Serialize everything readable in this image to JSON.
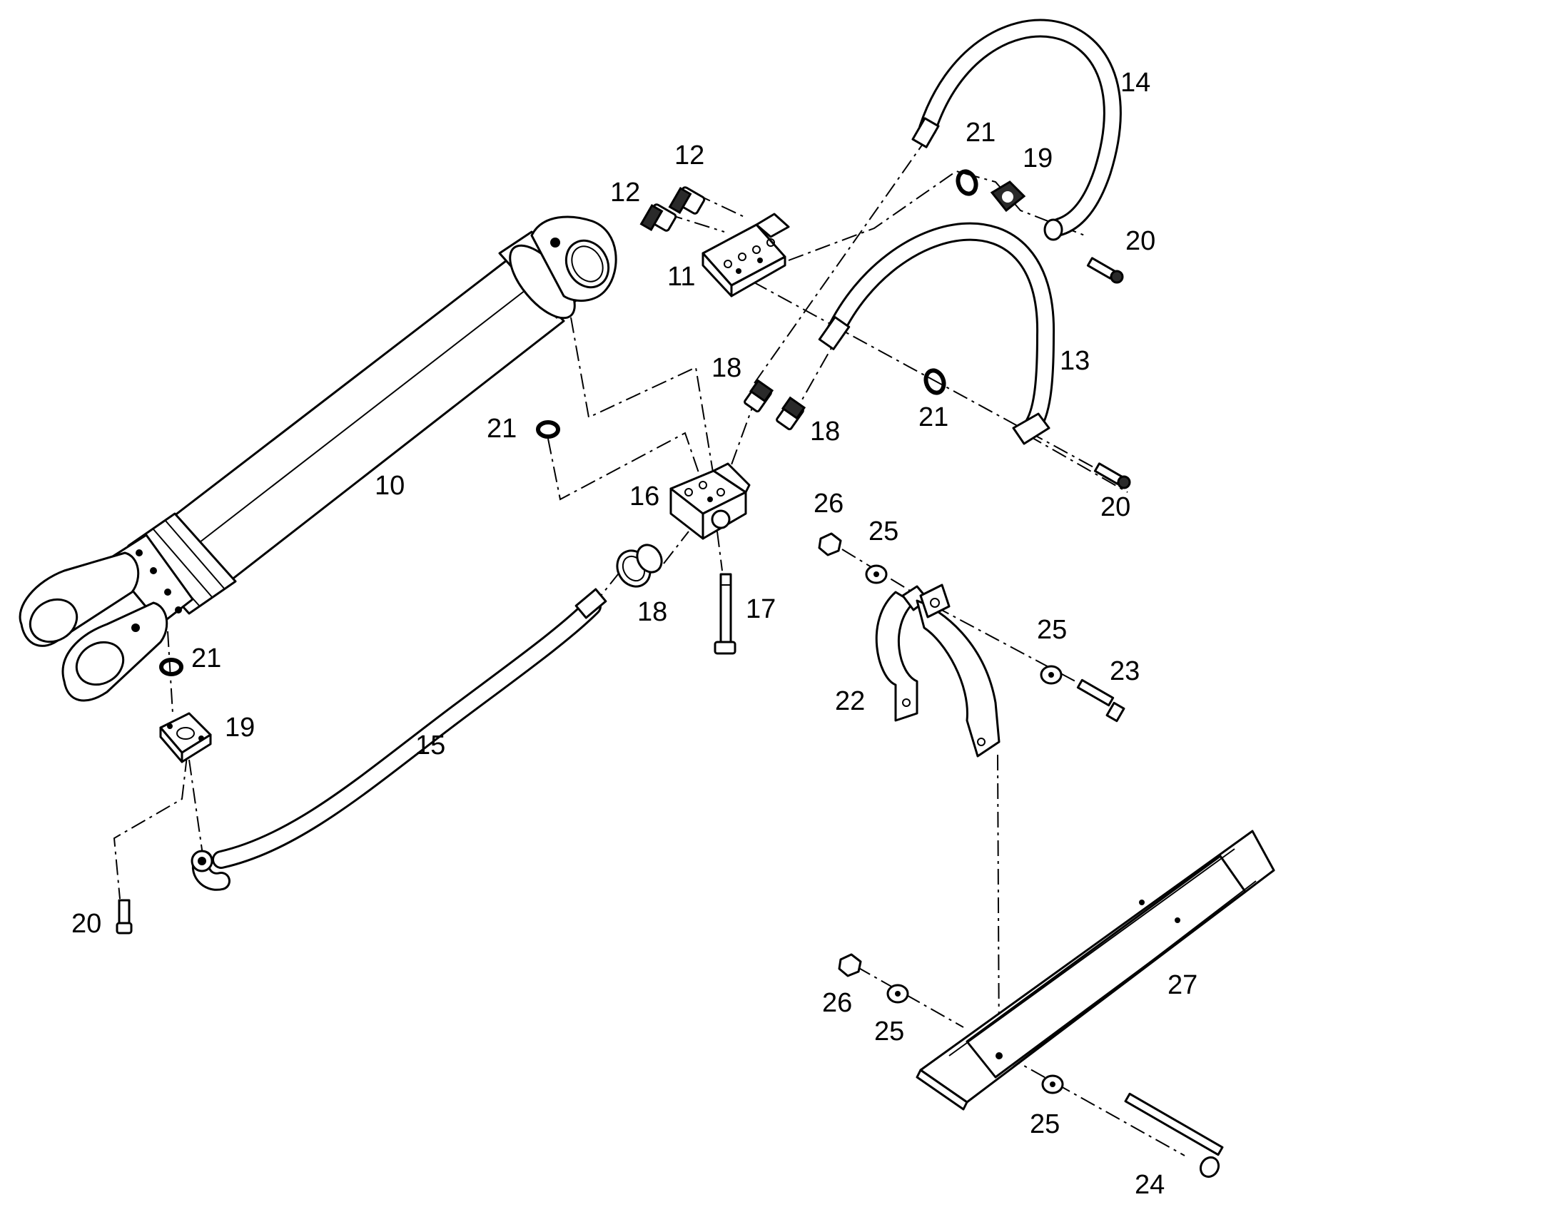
{
  "diagram": {
    "parts": [
      {
        "id": "p10",
        "label": "10"
      },
      {
        "id": "p11",
        "label": "11"
      },
      {
        "id": "p12a",
        "label": "12"
      },
      {
        "id": "p12b",
        "label": "12"
      },
      {
        "id": "p13",
        "label": "13"
      },
      {
        "id": "p14",
        "label": "14"
      },
      {
        "id": "p15",
        "label": "15"
      },
      {
        "id": "p16",
        "label": "16"
      },
      {
        "id": "p17",
        "label": "17"
      },
      {
        "id": "p18a",
        "label": "18"
      },
      {
        "id": "p18b",
        "label": "18"
      },
      {
        "id": "p18c",
        "label": "18"
      },
      {
        "id": "p19a",
        "label": "19"
      },
      {
        "id": "p19b",
        "label": "19"
      },
      {
        "id": "p20a",
        "label": "20"
      },
      {
        "id": "p20b",
        "label": "20"
      },
      {
        "id": "p20c",
        "label": "20"
      },
      {
        "id": "p21a",
        "label": "21"
      },
      {
        "id": "p21b",
        "label": "21"
      },
      {
        "id": "p21c",
        "label": "21"
      },
      {
        "id": "p21d",
        "label": "21"
      },
      {
        "id": "p22",
        "label": "22"
      },
      {
        "id": "p23",
        "label": "23"
      },
      {
        "id": "p24",
        "label": "24"
      },
      {
        "id": "p25a",
        "label": "25"
      },
      {
        "id": "p25b",
        "label": "25"
      },
      {
        "id": "p25c",
        "label": "25"
      },
      {
        "id": "p25d",
        "label": "25"
      },
      {
        "id": "p26a",
        "label": "26"
      },
      {
        "id": "p26b",
        "label": "26"
      },
      {
        "id": "p27",
        "label": "27"
      }
    ]
  }
}
